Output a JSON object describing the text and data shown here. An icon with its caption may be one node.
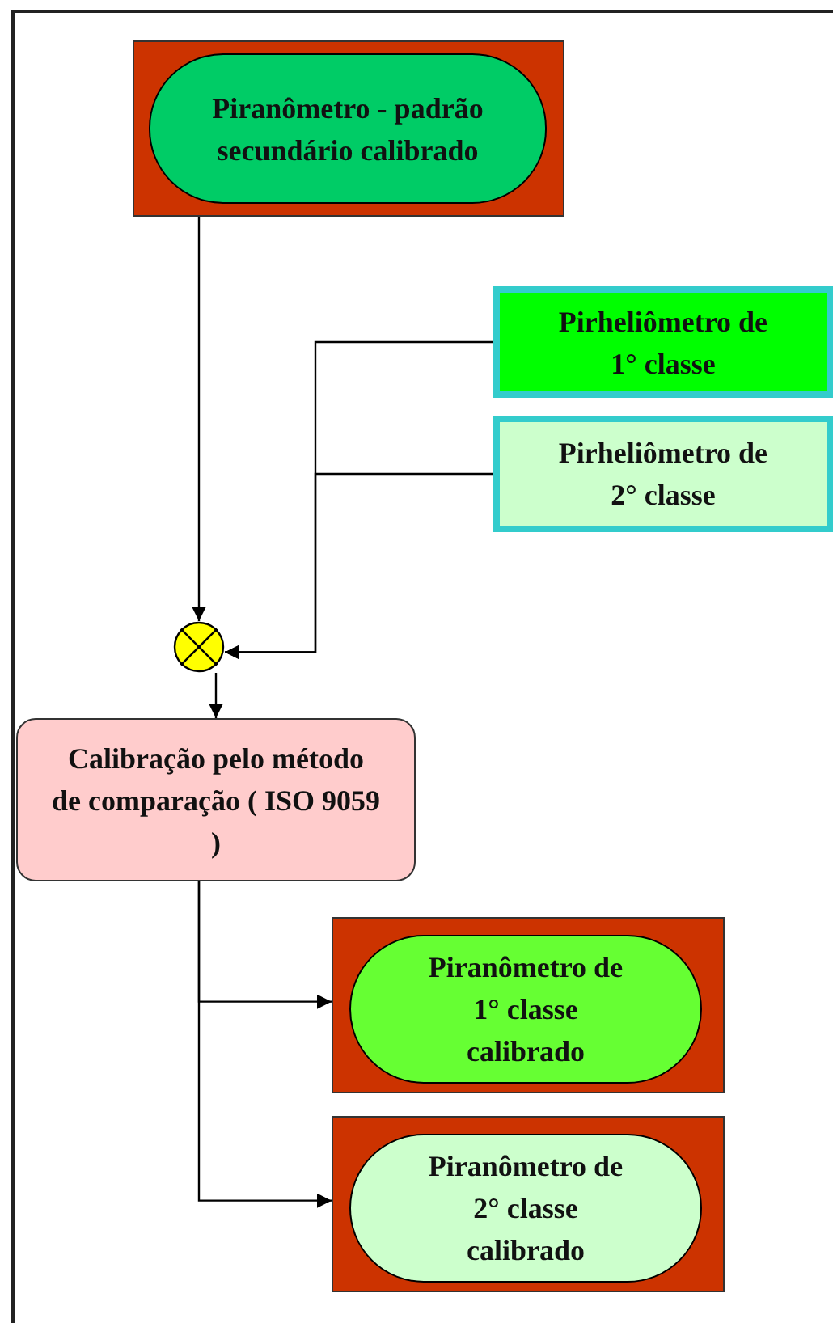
{
  "diagram": {
    "nodes": [
      {
        "text": [],
        "shape": "box"
      },
      {
        "text": [
          "Piranômetro - padrão secundário calibrado"
        ],
        "in": 0
      },
      {
        "text": [
          "Pirheliômetro de 1° classe"
        ]
      },
      {
        "text": [
          "Pirheliômetro de 2° classe"
        ]
      },
      {
        "text": [],
        "shape": "circle"
      },
      {
        "text": [
          "Calibração pelo método de comparação ( ISO 9059 )"
        ]
      },
      {
        "text": [],
        "shape": "box"
      },
      {
        "text": [
          "Piranômetro de 1° classe calibrado"
        ],
        "in": 6
      },
      {
        "text": [],
        "shape": "box"
      },
      {
        "text": [
          "Piranômetro de 2° classe calibrado"
        ],
        "in": 8
      }
    ],
    "edges": [
      {
        "from": 0,
        "to": 4,
        "arrow": "to"
      },
      {
        "from": 2,
        "to": 4,
        "arrow": "to"
      },
      {
        "from": 3,
        "to": 4,
        "arrow": "to"
      },
      {
        "from": 4,
        "to": 5,
        "arrow": "to"
      },
      {
        "from": 5,
        "to": 6,
        "arrow": "to"
      },
      {
        "from": 5,
        "to": 8,
        "arrow": "to"
      }
    ]
  }
}
